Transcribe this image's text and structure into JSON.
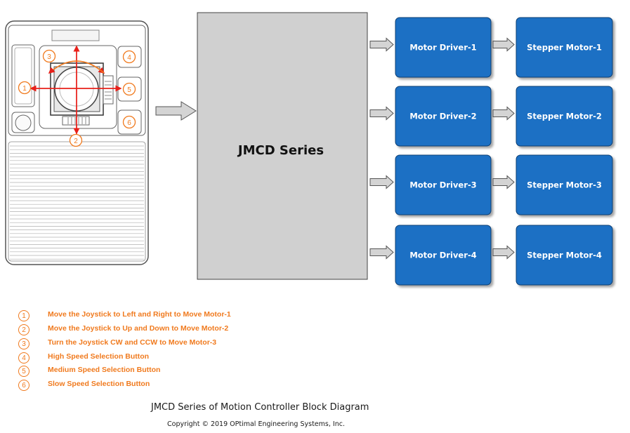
{
  "controller": {
    "label": "JMCD Series"
  },
  "drivers": [
    "Motor Driver-1",
    "Motor Driver-2",
    "Motor Driver-3",
    "Motor Driver-4"
  ],
  "motors": [
    "Stepper Motor-1",
    "Stepper Motor-2",
    "Stepper Motor-3",
    "Stepper Motor-4"
  ],
  "device_markers": [
    "1",
    "2",
    "3",
    "4",
    "5",
    "6"
  ],
  "legend": [
    {
      "num": "1",
      "text": "Move the Joystick to Left and Right to Move Motor-1"
    },
    {
      "num": "2",
      "text": "Move the Joystick to Up and Down to Move Motor-2"
    },
    {
      "num": "3",
      "text": "Turn the Joystick CW and CCW to Move Motor-3"
    },
    {
      "num": "4",
      "text": "High Speed Selection Button"
    },
    {
      "num": "5",
      "text": "Medium Speed Selection Button"
    },
    {
      "num": "6",
      "text": "Slow Speed Selection Button"
    }
  ],
  "caption": "JMCD Series of Motion Controller Block Diagram",
  "copyright": "Copyright © 2019 OPtimal Engineering Systems, Inc.",
  "colors": {
    "box_blue": "#1a6fc4",
    "controller_gray": "#d0d0d0",
    "accent_orange": "#f07a1e",
    "arrow_red": "#e8201a"
  }
}
